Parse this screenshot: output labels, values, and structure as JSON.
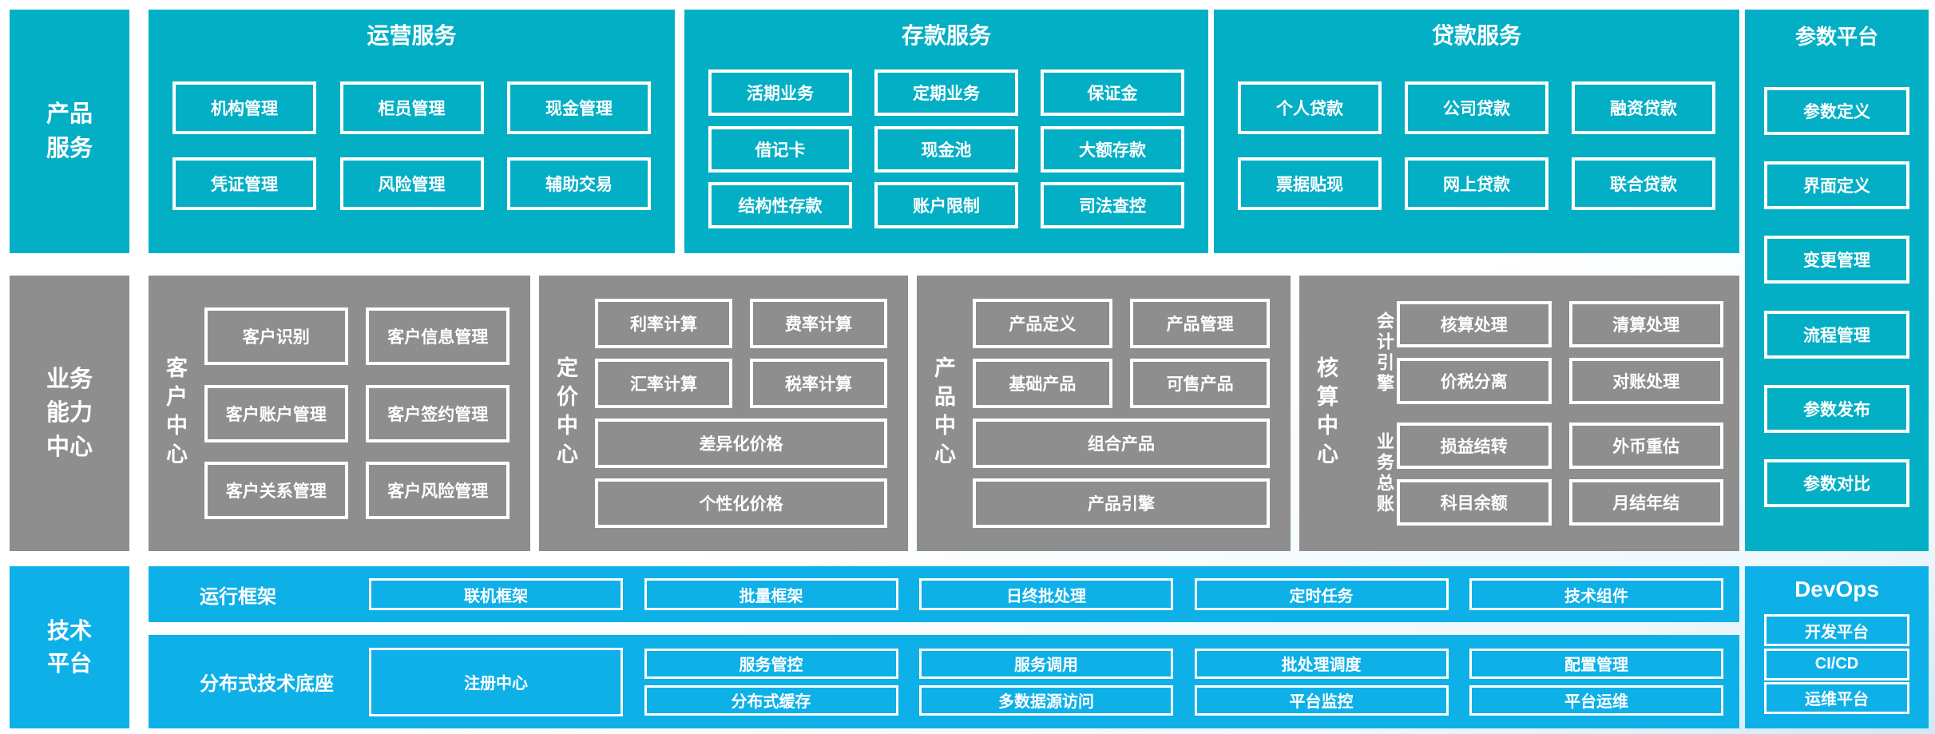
{
  "colors": {
    "teal": "#02AFC5",
    "gray": "#8E8E8E",
    "blue": "#0EB0E8",
    "box_border": "#FFFFFF",
    "text": "#FFFFFF"
  },
  "product_services": {
    "sidebar": "产品\n服务",
    "panels": [
      {
        "title": "运营服务",
        "rows": [
          [
            "机构管理",
            "柜员管理",
            "现金管理"
          ],
          [
            "凭证管理",
            "风险管理",
            "辅助交易"
          ]
        ]
      },
      {
        "title": "存款服务",
        "rows": [
          [
            "活期业务",
            "定期业务",
            "保证金"
          ],
          [
            "借记卡",
            "现金池",
            "大额存款"
          ],
          [
            "结构性存款",
            "账户限制",
            "司法查控"
          ]
        ]
      },
      {
        "title": "贷款服务",
        "rows": [
          [
            "个人贷款",
            "公司贷款",
            "融资贷款"
          ],
          [
            "票据贴现",
            "网上贷款",
            "联合贷款"
          ]
        ]
      }
    ]
  },
  "parameter_platform": {
    "title": "参数平台",
    "items": [
      "参数定义",
      "界面定义",
      "变更管理",
      "流程管理",
      "参数发布",
      "参数对比"
    ]
  },
  "business_capability": {
    "sidebar": "业务\n能力\n中心",
    "customer_center": {
      "title": "客户中心",
      "rows": [
        [
          "客户识别",
          "客户信息管理"
        ],
        [
          "客户账户管理",
          "客户签约管理"
        ],
        [
          "客户关系管理",
          "客户风险管理"
        ]
      ]
    },
    "pricing_center": {
      "title": "定价中心",
      "grid": [
        [
          "利率计算",
          "费率计算"
        ],
        [
          "汇率计算",
          "税率计算"
        ]
      ],
      "wide": [
        "差异化价格",
        "个性化价格"
      ]
    },
    "product_center": {
      "title": "产品中心",
      "grid": [
        [
          "产品定义",
          "产品管理"
        ],
        [
          "基础产品",
          "可售产品"
        ]
      ],
      "wide": [
        "组合产品",
        "产品引擎"
      ]
    },
    "accounting_center": {
      "title": "核算中心",
      "groups": [
        {
          "label": "会计引擎",
          "rows": [
            [
              "核算处理",
              "清算处理"
            ],
            [
              "价税分离",
              "对账处理"
            ]
          ]
        },
        {
          "label": "业务总账",
          "rows": [
            [
              "损益结转",
              "外币重估"
            ],
            [
              "科目余额",
              "月结年结"
            ]
          ]
        }
      ]
    }
  },
  "tech_platform": {
    "sidebar": "技术\n平台",
    "runtime": {
      "label": "运行框架",
      "items": [
        "联机框架",
        "批量框架",
        "日终批处理",
        "定时任务",
        "技术组件"
      ]
    },
    "distributed": {
      "label": "分布式技术底座",
      "registry": "注册中心",
      "columns": [
        [
          "服务管控",
          "分布式缓存"
        ],
        [
          "服务调用",
          "多数据源访问"
        ],
        [
          "批处理调度",
          "平台监控"
        ],
        [
          "配置管理",
          "平台运维"
        ]
      ]
    },
    "devops": {
      "title": "DevOps",
      "items": [
        "开发平台",
        "CI/CD",
        "运维平台"
      ]
    }
  }
}
